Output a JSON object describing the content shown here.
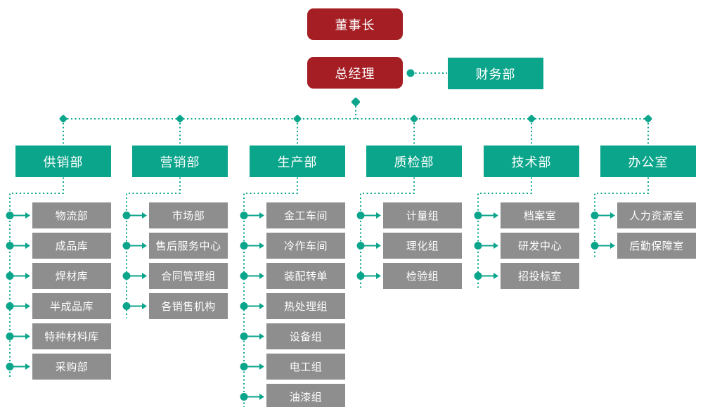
{
  "diagram": {
    "title": "company-organization-chart",
    "colors": {
      "executive": "#a41e23",
      "department": "#0ba58b",
      "sub_department": "#8e8e8e",
      "connector": "#0ba58b",
      "text": "#ffffff",
      "background": "#ffffff"
    },
    "executives": [
      {
        "id": "chairman",
        "label": "董事长"
      },
      {
        "id": "general-manager",
        "label": "总经理"
      }
    ],
    "staff": {
      "id": "finance-dept",
      "label": "财务部"
    },
    "departments": [
      {
        "label": "供销部",
        "children": [
          "物流部",
          "成品库",
          "焊材库",
          "半成品库",
          "特种材料库",
          "采购部"
        ]
      },
      {
        "label": "营销部",
        "children": [
          "市场部",
          "售后服务中心",
          "合同管理组",
          "各销售机构"
        ]
      },
      {
        "label": "生产部",
        "children": [
          "金工车间",
          "冷作车间",
          "装配转单",
          "热处理组",
          "设备组",
          "电工组",
          "油漆组"
        ]
      },
      {
        "label": "质检部",
        "children": [
          "计量组",
          "理化组",
          "检验组"
        ]
      },
      {
        "label": "技术部",
        "children": [
          "档案室",
          "研发中心",
          "招投标室"
        ]
      },
      {
        "label": "办公室",
        "children": [
          "人力资源室",
          "后勤保障室"
        ]
      }
    ]
  }
}
